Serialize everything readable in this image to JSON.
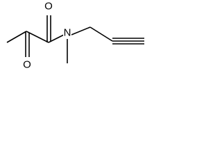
{
  "structure": {
    "atoms": {
      "carbonyl_oxygen_upper": "O",
      "carbonyl_oxygen_lower": "O",
      "amide_nitrogen": "N"
    }
  },
  "colors": {
    "bond": "#000000",
    "background": "#ffffff"
  }
}
